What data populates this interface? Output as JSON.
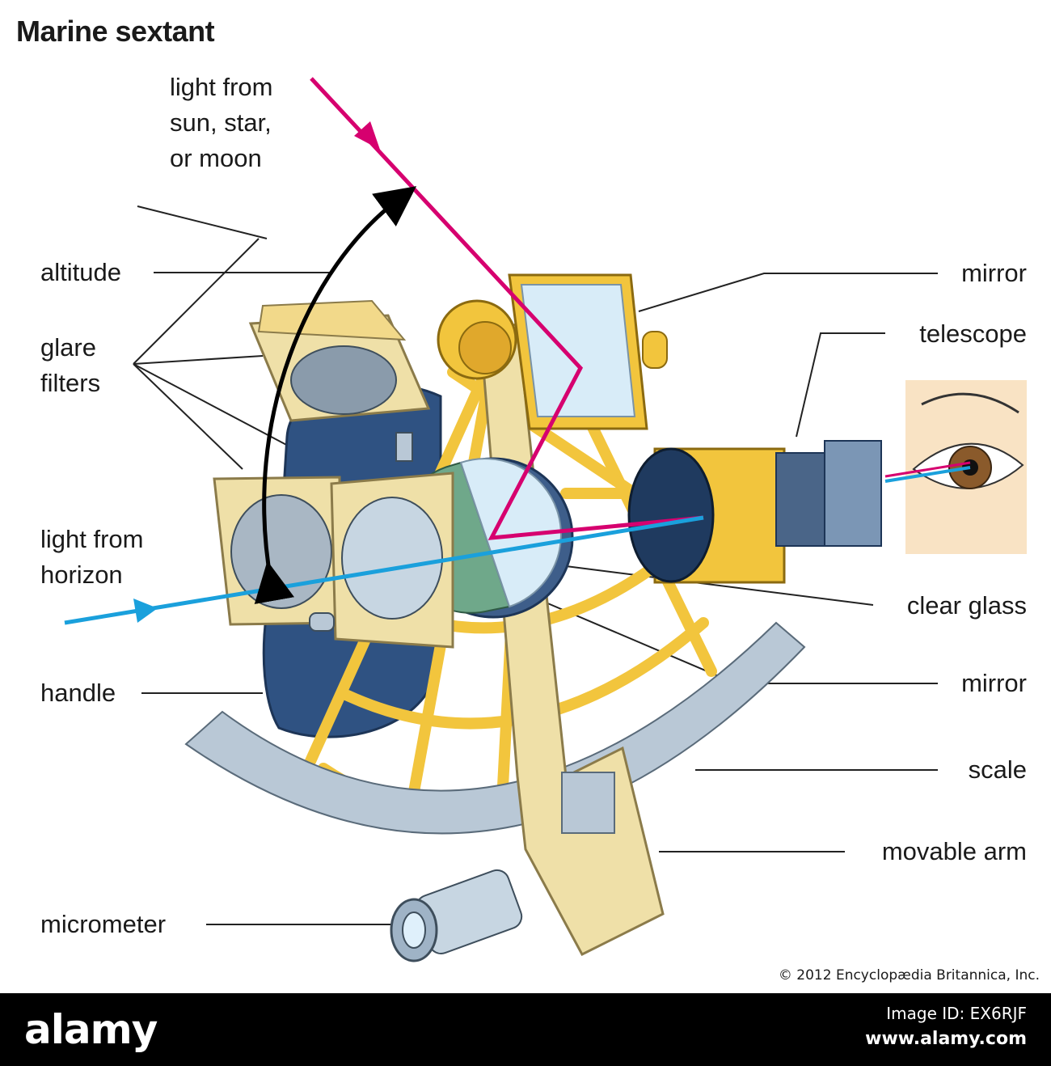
{
  "title": "Marine sextant",
  "labels": {
    "light_sun": [
      "light from",
      "sun, star,",
      "or moon"
    ],
    "altitude": "altitude",
    "glare_filters": [
      "glare",
      "filters"
    ],
    "light_horizon": [
      "light from",
      "horizon"
    ],
    "handle": "handle",
    "micrometer": "micrometer",
    "mirror_top": "mirror",
    "telescope": "telescope",
    "clear_glass": "clear glass",
    "mirror_bottom": "mirror",
    "scale": "scale",
    "movable_arm": "movable arm"
  },
  "copyright": "© 2012 Encyclopædia Britannica, Inc.",
  "footer": {
    "brand": "alamy",
    "image_id": "Image ID: EX6RJF",
    "url": "www.alamy.com"
  },
  "colors": {
    "sun_ray": "#d6006f",
    "horizon_ray": "#1aa0dc",
    "frame": "#f2c53d",
    "arm": "#efe0a8",
    "handle": "#2f5282",
    "scale": "#b9c8d6",
    "telescope": "#1f3a5f"
  }
}
